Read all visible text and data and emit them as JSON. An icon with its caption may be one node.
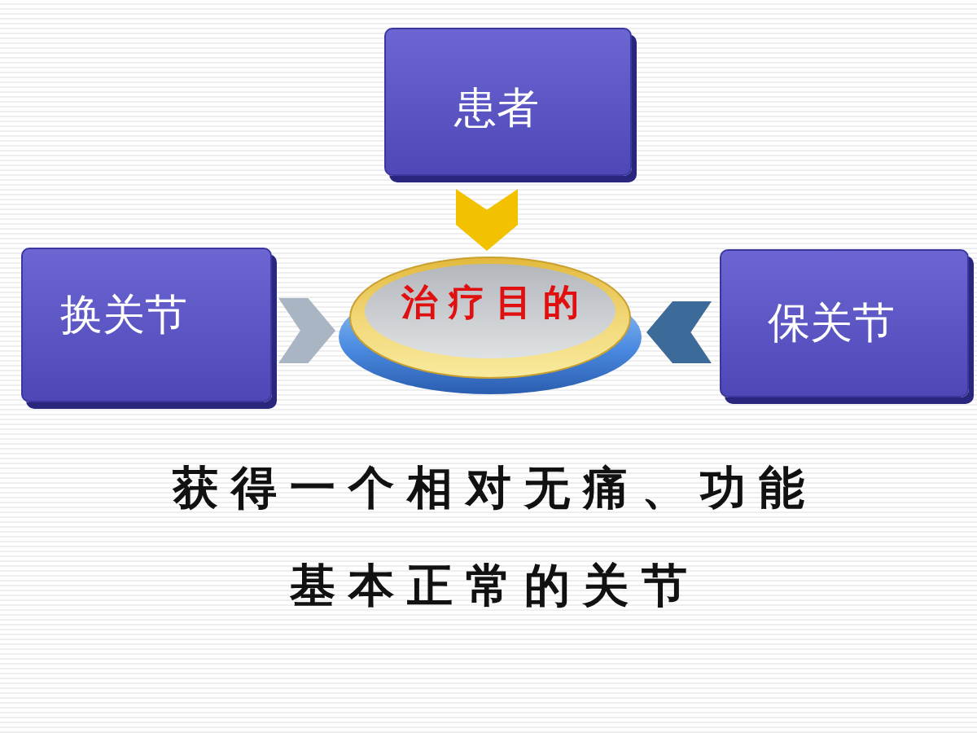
{
  "diagram": {
    "nodes": [
      {
        "text": [
          "患者"
        ]
      },
      {
        "text": [
          "换关节"
        ]
      },
      {
        "text": [
          "治疗目的"
        ]
      },
      {
        "text": [
          "保关节"
        ]
      }
    ],
    "edges": [
      {
        "from": 0,
        "to": 2,
        "arrow": "to",
        "color": "#f2c200"
      },
      {
        "from": 1,
        "to": 2,
        "arrow": "to",
        "color": "#a9b5c2"
      },
      {
        "from": 3,
        "to": 2,
        "arrow": "to",
        "color": "#3d6b99"
      }
    ],
    "labels": [
      "获得一个相对无痛、功能基本正常的关节"
    ]
  }
}
